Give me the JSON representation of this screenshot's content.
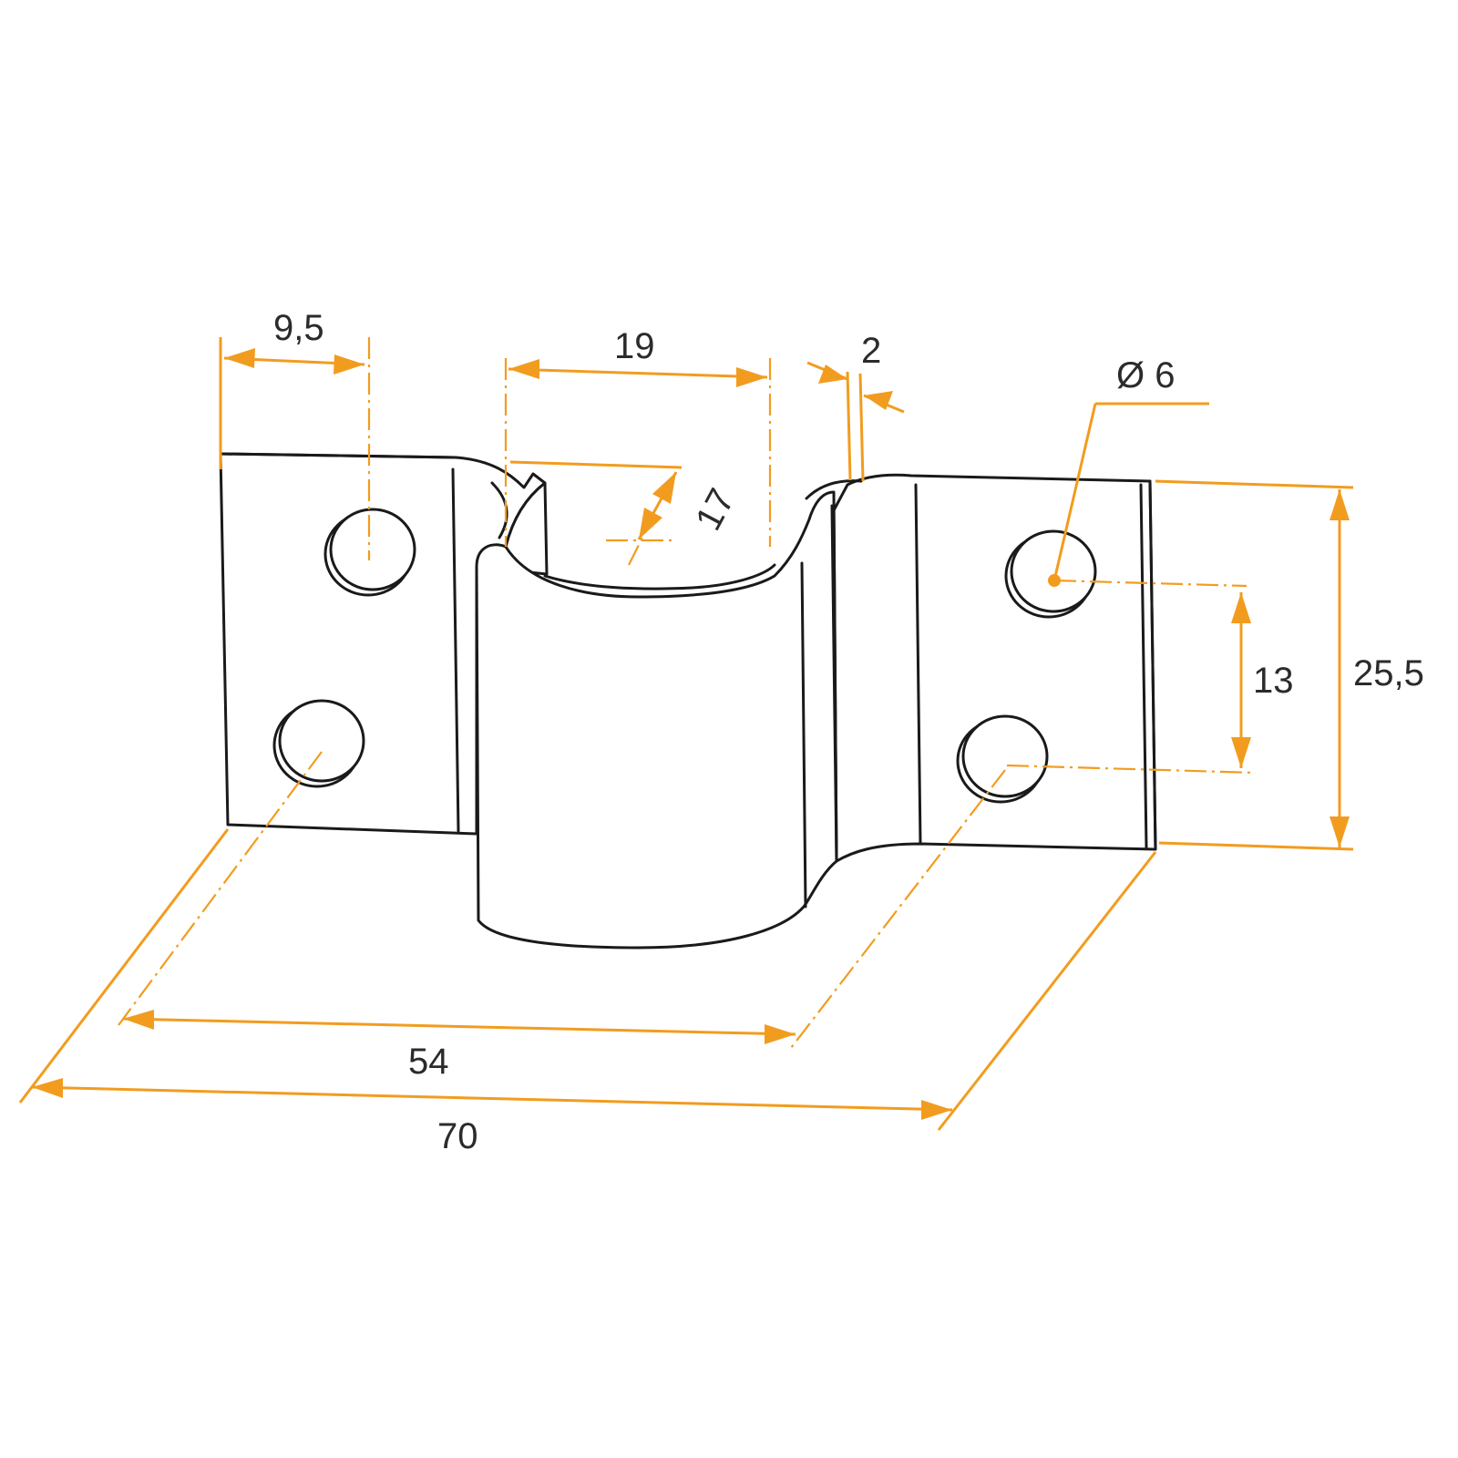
{
  "drawing": {
    "colors": {
      "outline": "#1a1a1a",
      "dimension": "#f29c1f",
      "text": "#2b2b2b",
      "background": "#ffffff"
    },
    "dimensions": {
      "flange_hole_offset": "9,5",
      "saddle_width": "19",
      "sheet_thickness": "2",
      "hole_diameter": "Ø 6",
      "saddle_depth": "17",
      "hole_spacing_vertical": "13",
      "height": "25,5",
      "hole_spacing_horizontal": "54",
      "overall_length": "70"
    }
  }
}
